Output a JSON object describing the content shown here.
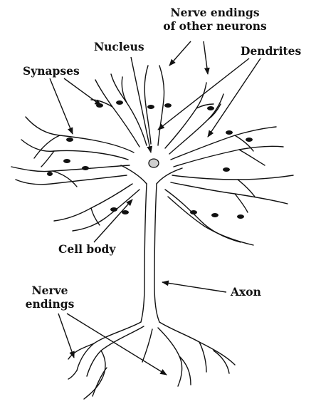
{
  "diagram": {
    "labels": {
      "nerve_endings_other": [
        "Nerve endings",
        "of other neurons"
      ],
      "nucleus": "Nucleus",
      "dendrites": "Dendrites",
      "synapses": "Synapses",
      "cell_body": "Cell body",
      "axon": "Axon",
      "nerve_endings": [
        "Nerve",
        "endings"
      ]
    },
    "colors": {
      "ink": "#111111",
      "background": "#ffffff"
    }
  }
}
